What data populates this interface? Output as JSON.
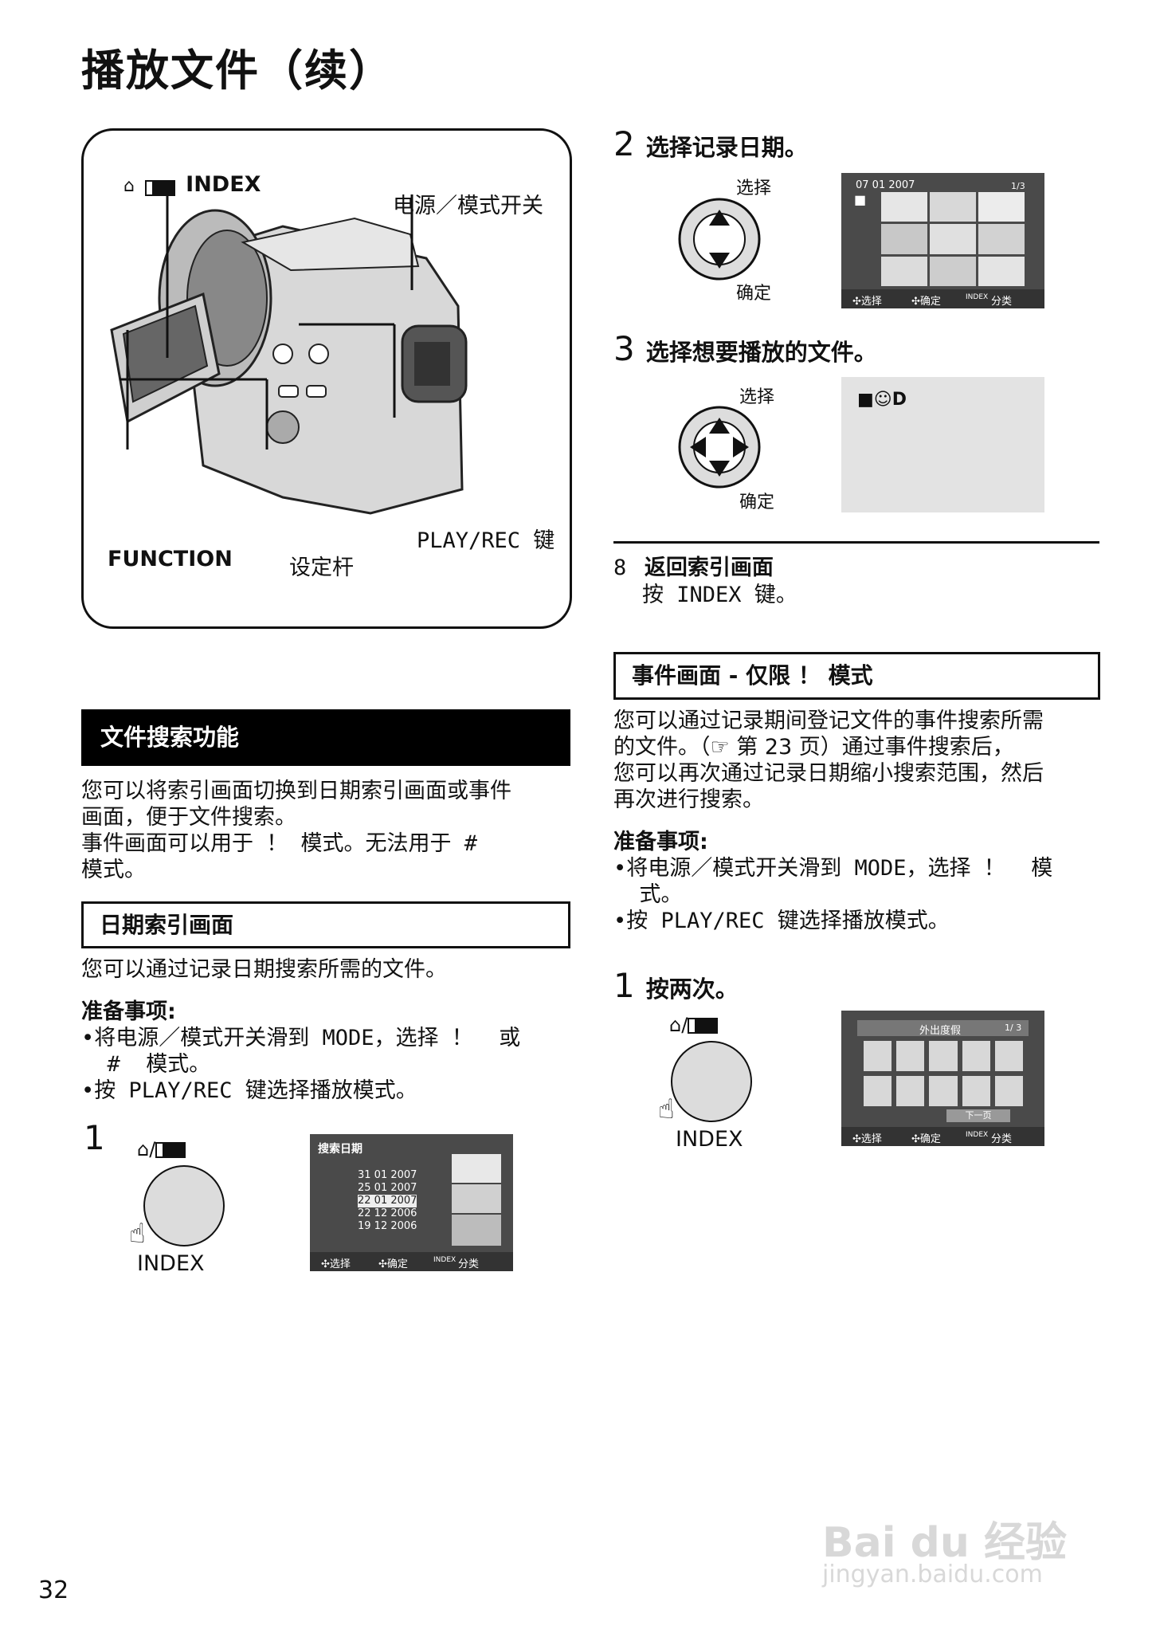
{
  "page_title": "播放文件（续）",
  "camera": {
    "label_index": "INDEX",
    "label_power_mode": "电源／模式开关",
    "label_playrec": "PLAY/REC 键",
    "label_function": "FUNCTION",
    "label_setting_lever": "设定杆"
  },
  "left": {
    "section_title": "文件搜索功能",
    "intro": [
      "您可以将索引画面切换到日期索引画面或事件",
      "画面，便于文件搜索。",
      "事件画面可以用于 ！  模式。无法用于 #",
      "模式。"
    ],
    "date_index_title": "日期索引画面",
    "date_index_text": "您可以通过记录日期搜索所需的文件。",
    "prep_title": "准备事项:",
    "prep_items": [
      "•将电源／模式开关滑到 MODE，选择 ！  或",
      "  #  模式。",
      "•按 PLAY/REC 键选择播放模式。"
    ],
    "step1_num": "1",
    "step1_button_label": "INDEX",
    "screen1": {
      "title": "搜索日期",
      "dates": [
        "31  01  2007",
        "25  01  2007",
        "22  01  2007",
        "22  12  2006",
        "19  12  2006"
      ],
      "footer": [
        "选择",
        "确定",
        "INDEX",
        "分类"
      ]
    }
  },
  "right": {
    "step2_num": "2",
    "step2_title": "选择记录日期。",
    "step2_select": "选择",
    "step2_confirm": "确定",
    "screen2": {
      "date": "07 01 2007",
      "page": "1/3",
      "footer": [
        "选择",
        "确定",
        "INDEX",
        "分类"
      ]
    },
    "step3_num": "3",
    "step3_title": "选择想要播放的文件。",
    "step3_select": "选择",
    "step3_confirm": "确定",
    "step8_num": "8",
    "step8_title": "返回索引画面",
    "step8_text": "按 INDEX 键。",
    "event_title": "事件画面 - 仅限 ！  模式",
    "event_text": [
      "您可以通过记录期间登记文件的事件搜索所需",
      "的文件。（☞ 第 23 页）通过事件搜索后，",
      "您可以再次通过记录日期缩小搜索范围，然后",
      "再次进行搜索。"
    ],
    "prep_title": "准备事项:",
    "prep_items": [
      "•将电源／模式开关滑到 MODE，选择 ！  模",
      "  式。",
      "•按 PLAY/REC 键选择播放模式。"
    ],
    "step1_num": "1",
    "step1_title": "按两次。",
    "step1_button_label": "INDEX",
    "screen4": {
      "title": "外出度假",
      "page": "1/ 3",
      "next_page": "下一页",
      "footer": [
        "选择",
        "确定",
        "INDEX",
        "分类"
      ]
    }
  },
  "page_number": "32",
  "watermark": {
    "brand": "Bai du 经验",
    "url": "jingyan.baidu.com"
  }
}
